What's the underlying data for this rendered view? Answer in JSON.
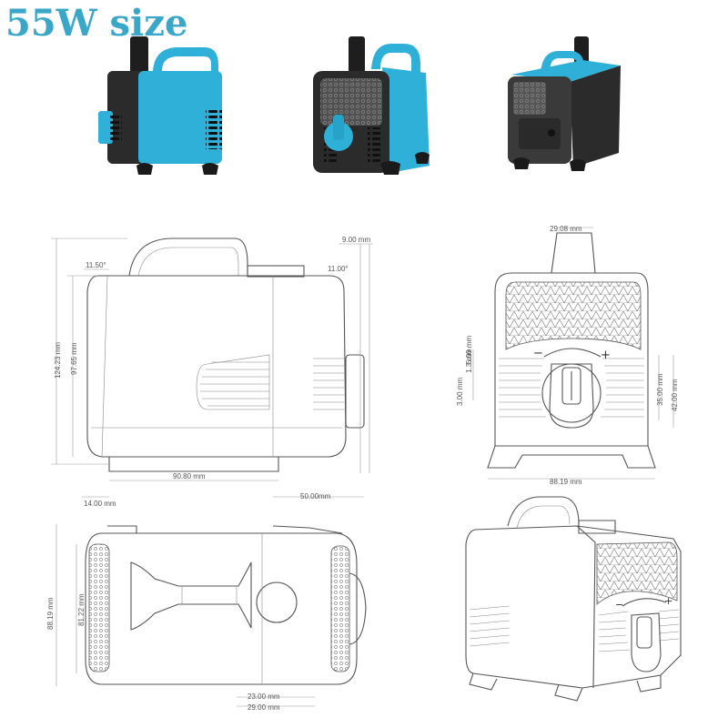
{
  "title": "55W size",
  "colors": {
    "accent": "#2fb0d8",
    "body": "#2b2b2b",
    "title": "#3aa7c9"
  },
  "dimensions": {
    "side": {
      "angle_left": "11.50°",
      "top_right": "9.00 mm",
      "angle_right": "11.00°",
      "height_total": "124.23 mm",
      "height_body": "97.65 mm",
      "base_length": "90.80 mm",
      "foot_offset": "14.00 mm",
      "outlet_depth": "50.00mm"
    },
    "front": {
      "outlet_width": "29.08 mm",
      "small_a": "5.00 mm",
      "small_b": "1.3 mm",
      "small_c": "3.00 mm",
      "height_a": "35.00 mm",
      "height_b": "42.00 mm",
      "width": "88.19 mm"
    },
    "top": {
      "depth_total": "88.19 mm",
      "depth_inner": "81.22 mm",
      "port_inner": "23.00 mm",
      "port_outer": "29.00 mm"
    }
  }
}
